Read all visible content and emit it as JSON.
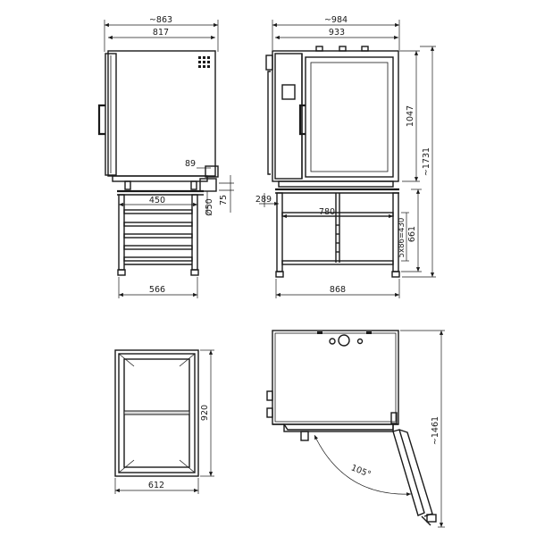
{
  "dimensions": {
    "side_overall_width": "~863",
    "side_body_width": "817",
    "side_offset": "89",
    "side_drain_diameter": "Ø50",
    "side_drain_height": "75",
    "side_stand_width": "450",
    "side_stand_foot": "566",
    "front_overall_width": "~984",
    "front_body_width": "933",
    "front_body_height": "1047",
    "front_total_height": "~1731",
    "front_offset": "289",
    "front_inner_width": "780",
    "front_rails": "5x86=430",
    "front_stand_height": "661",
    "front_stand_width": "868",
    "stand_top_depth": "920",
    "stand_top_width": "612",
    "top_view_depth": "~1461",
    "door_angle": "105°"
  }
}
